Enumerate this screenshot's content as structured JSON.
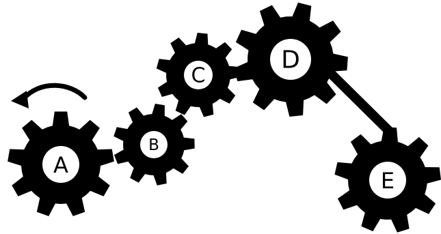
{
  "colors": {
    "gear": "#000000",
    "hub": "#ffffff",
    "label": "#000000",
    "background": "#ffffff"
  },
  "gears": [
    {
      "id": "A",
      "label": "A"
    },
    {
      "id": "B",
      "label": "B"
    },
    {
      "id": "C",
      "label": "C"
    },
    {
      "id": "D",
      "label": "D"
    },
    {
      "id": "E",
      "label": "E"
    }
  ],
  "rotation_arrow": {
    "icon": "counterclockwise-arrow-icon",
    "direction": "counterclockwise"
  },
  "connector": {
    "from": "D",
    "to": "E"
  }
}
